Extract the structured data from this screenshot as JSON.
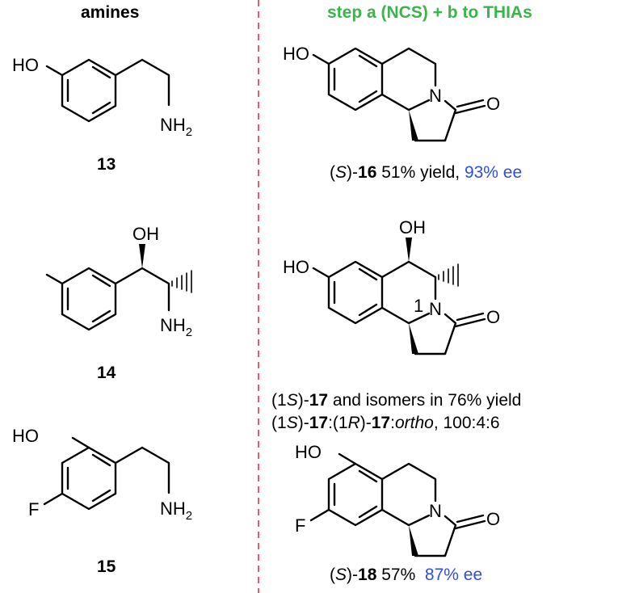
{
  "headers": {
    "left": "amines",
    "right": "step a (NCS) + b to THIAs",
    "right_color": "#3ab54a",
    "divider_color": "#e8334a"
  },
  "atoms": {
    "HO": "HO",
    "OH": "OH",
    "NH2": "NH",
    "NH2_sub": "2",
    "N": "N",
    "O": "O",
    "F": "F",
    "stereo_1": "1"
  },
  "amines": [
    {
      "label": "13"
    },
    {
      "label": "14"
    },
    {
      "label": "15"
    }
  ],
  "products": {
    "p16": {
      "open": "(",
      "S": "S",
      "close": ")-",
      "num": "16",
      "yield": " 51% yield, ",
      "ee": "93% ee"
    },
    "p17": {
      "line1": {
        "a": "(1",
        "S": "S",
        "b": ")-",
        "num": "17",
        "rest": " and isomers in 76% yield"
      },
      "line2": {
        "a": "(1",
        "S": "S",
        "b": ")-",
        "num": "17",
        "c": ":(1",
        "R": "R",
        "d": ")-",
        "num2": "17",
        "e": ":",
        "ortho": "ortho",
        "f": ", 100:4:6"
      }
    },
    "p18": {
      "open": "(",
      "S": "S",
      "close": ")-",
      "num": "18",
      "yield": " 57%  ",
      "ee": "87% ee"
    }
  }
}
